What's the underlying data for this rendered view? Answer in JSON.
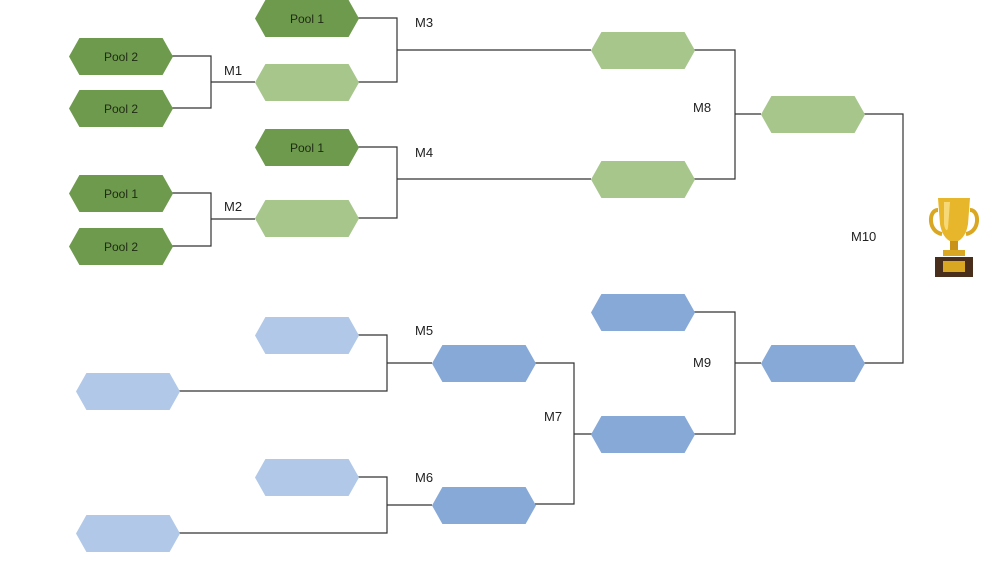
{
  "slots": {
    "s1": "Pool 1",
    "s2": "Pool 2",
    "s3": "Pool 2",
    "s4": "Pool 1",
    "s5": "Pool 1",
    "s6": "Pool 2"
  },
  "matches": {
    "m1": "M1",
    "m2": "M2",
    "m3": "M3",
    "m4": "M4",
    "m5": "M5",
    "m6": "M6",
    "m7": "M7",
    "m8": "M8",
    "m9": "M9",
    "m10": "M10"
  },
  "icons": {
    "trophy": "trophy-icon"
  },
  "colors": {
    "pool_team": "#6e9a4e",
    "upper_winner": "#a7c68c",
    "lower_winner": "#86a9d8",
    "lower_seed": "#b1c8e8",
    "line": "#333333"
  }
}
